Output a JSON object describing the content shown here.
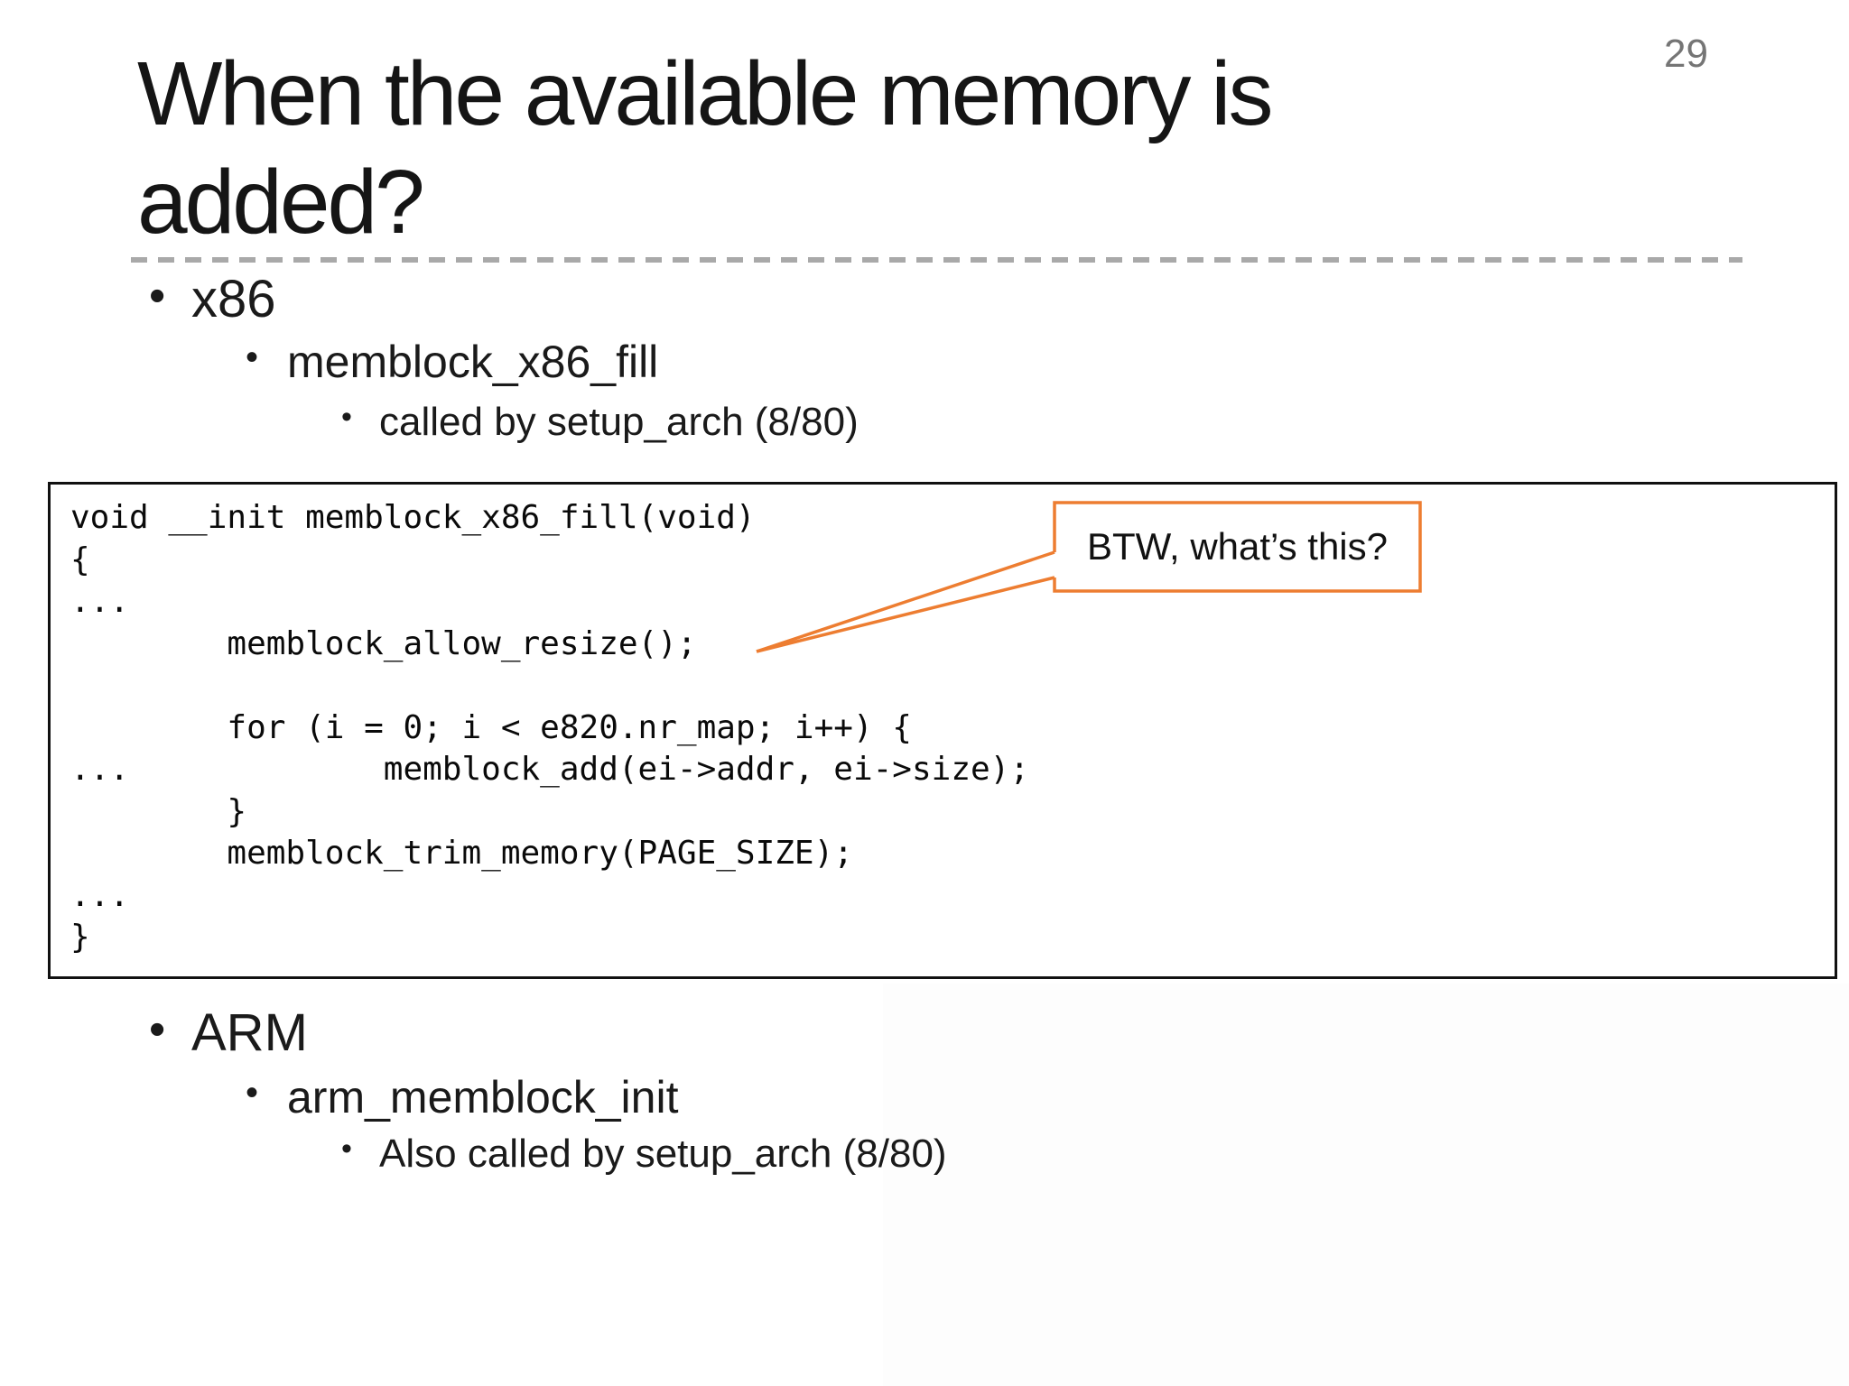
{
  "slide": {
    "page_number": "29",
    "title": "When the available memory is added?",
    "bullet_char": "•",
    "sections": {
      "x86": {
        "items": [
          {
            "text": "x86"
          },
          {
            "text": "memblock_x86_fill"
          },
          {
            "text": "called by setup_arch (8/80)"
          }
        ]
      },
      "arm": {
        "items": [
          {
            "text": "ARM"
          },
          {
            "text": "arm_memblock_init"
          },
          {
            "text": "Also called by setup_arch (8/80)"
          }
        ]
      }
    },
    "code_block": {
      "code": "void __init memblock_x86_fill(void)\n{\n...\n        memblock_allow_resize();\n\n        for (i = 0; i < e820.nr_map; i++) {\n...             memblock_add(ei->addr, ei->size);\n        }\n        memblock_trim_memory(PAGE_SIZE);\n...\n}"
    },
    "callout": {
      "text": "BTW, what’s this?",
      "accent_color": "#ED7D31"
    }
  }
}
